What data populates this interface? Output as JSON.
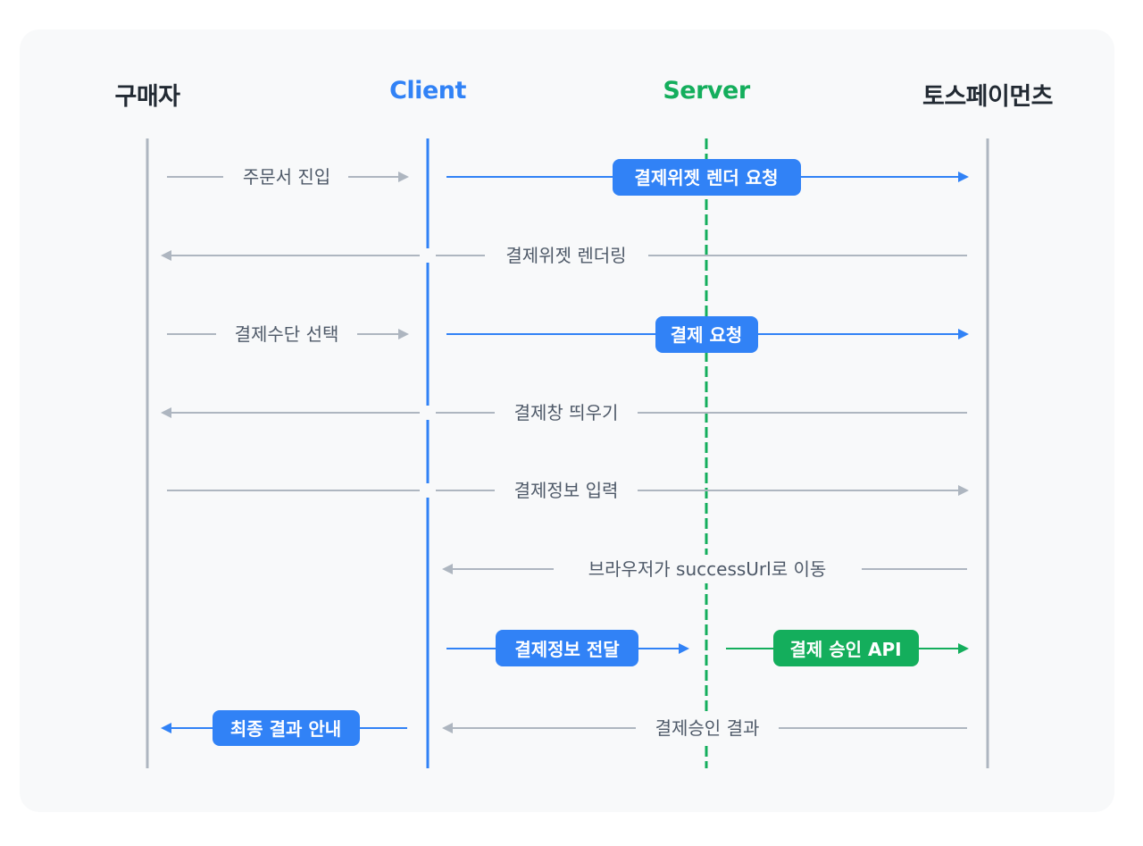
{
  "participants": [
    {
      "key": "buyer",
      "label": "구매자",
      "color": "#222a33"
    },
    {
      "key": "client",
      "label": "Client",
      "color": "#3182f6"
    },
    {
      "key": "server",
      "label": "Server",
      "color": "#14ae5c"
    },
    {
      "key": "toss",
      "label": "토스페이먼츠",
      "color": "#222a33"
    }
  ],
  "messages": [
    {
      "label": "주문서 진입",
      "from": "buyer",
      "to": "client",
      "style": "plain",
      "color": "gray"
    },
    {
      "label": "결제위젯 렌더 요청",
      "from": "client",
      "to": "toss",
      "style": "pill",
      "color": "blue"
    },
    {
      "label": "결제위젯 렌더링",
      "from": "toss",
      "to": "buyer",
      "style": "plain",
      "color": "gray"
    },
    {
      "label": "결제수단 선택",
      "from": "buyer",
      "to": "client",
      "style": "plain",
      "color": "gray"
    },
    {
      "label": "결제 요청",
      "from": "client",
      "to": "toss",
      "style": "pill",
      "color": "blue"
    },
    {
      "label": "결제창 띄우기",
      "from": "toss",
      "to": "buyer",
      "style": "plain",
      "color": "gray"
    },
    {
      "label": "결제정보 입력",
      "from": "buyer",
      "to": "toss",
      "style": "plain",
      "color": "gray"
    },
    {
      "label": "브라우저가 successUrl로 이동",
      "from": "toss",
      "to": "client",
      "style": "plain",
      "color": "gray"
    },
    {
      "label": "결제정보 전달",
      "from": "client",
      "to": "server",
      "style": "pill",
      "color": "blue"
    },
    {
      "label": "결제 승인 API",
      "from": "server",
      "to": "toss",
      "style": "pill",
      "color": "green"
    },
    {
      "label": "결제승인 결과",
      "from": "toss",
      "to": "client",
      "style": "plain",
      "color": "gray"
    },
    {
      "label": "최종 결과 안내",
      "from": "client",
      "to": "buyer",
      "style": "pill",
      "color": "blue"
    }
  ],
  "colors": {
    "gray": "#aeb6c0",
    "blue": "#3182f6",
    "green": "#14ae5c",
    "text": "#4e5968"
  }
}
